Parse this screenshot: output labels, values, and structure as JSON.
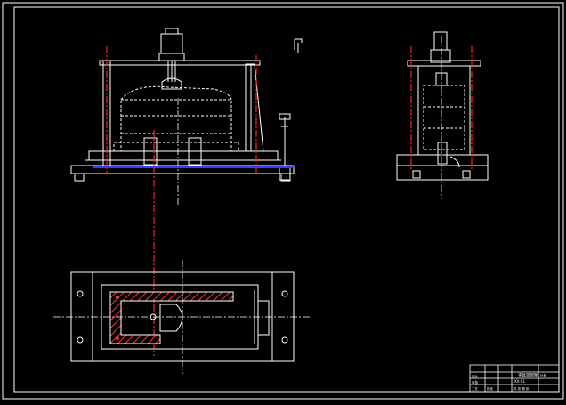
{
  "drawing": {
    "background": "#000000",
    "line_color": "#ffffff",
    "centerline_color": "#ff2020",
    "accent_blue": "#3040ff",
    "hatch_color": "#ff3030",
    "views": [
      "front-view",
      "side-view",
      "top-view"
    ]
  },
  "title_block": {
    "title": "夹具装配图",
    "subtitle": "XX-01",
    "field_labels": [
      "设计",
      "审核",
      "工艺",
      "批准"
    ],
    "scale_label": "比例",
    "sheet_label": "共 张 第 张"
  }
}
